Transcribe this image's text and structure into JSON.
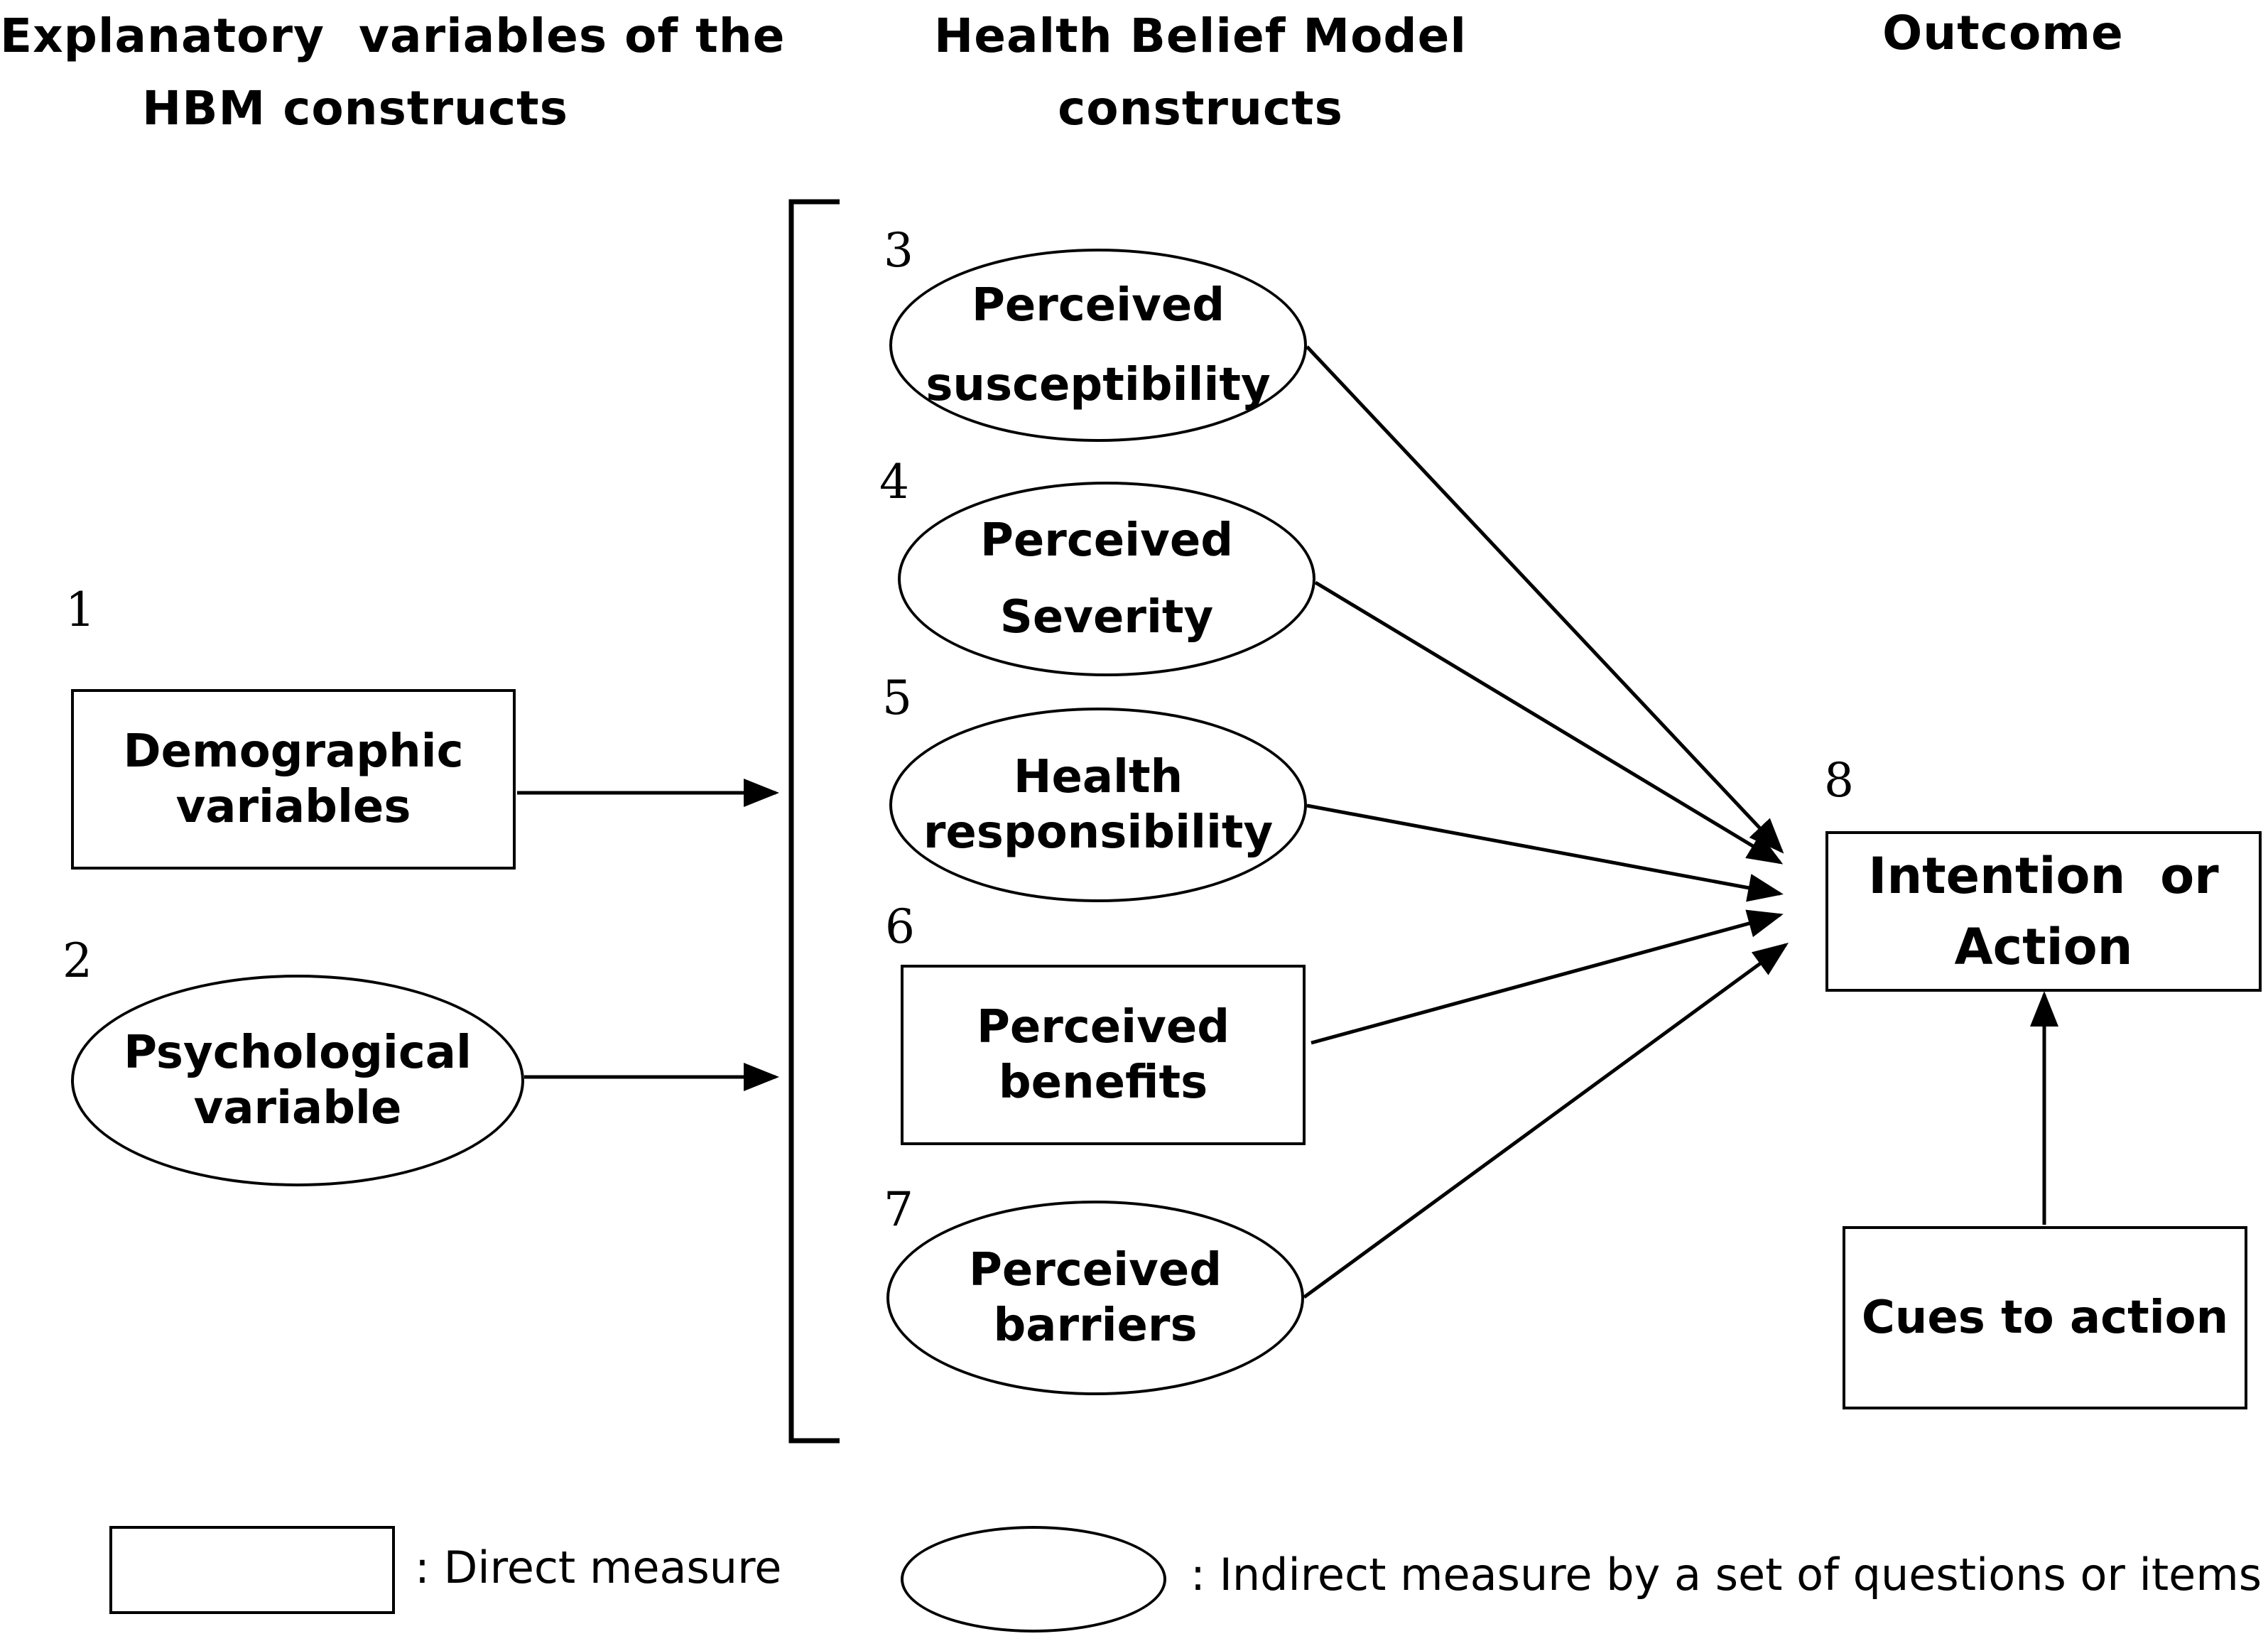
{
  "headers": {
    "explanatory": [
      "Explanatory  variables of the",
      "HBM constructs"
    ],
    "hbm": [
      "Health Belief Model",
      "constructs"
    ],
    "outcome": "Outcome"
  },
  "nodes": {
    "demographic": {
      "number": "1",
      "lines": [
        "Demographic",
        "variables"
      ],
      "shape": "rectangle"
    },
    "psychological": {
      "number": "2",
      "lines": [
        "Psychological",
        "variable"
      ],
      "shape": "ellipse"
    },
    "susceptibility": {
      "number": "3",
      "lines": [
        "Perceived",
        "susceptibility"
      ],
      "shape": "ellipse"
    },
    "severity": {
      "number": "4",
      "lines": [
        "Perceived",
        "Severity"
      ],
      "shape": "ellipse"
    },
    "responsibility": {
      "number": "5",
      "lines": [
        "Health",
        "responsibility"
      ],
      "shape": "ellipse"
    },
    "benefits": {
      "number": "6",
      "lines": [
        "Perceived",
        "benefits"
      ],
      "shape": "rectangle"
    },
    "barriers": {
      "number": "7",
      "lines": [
        "Perceived",
        "barriers"
      ],
      "shape": "ellipse"
    },
    "outcome": {
      "number": "8",
      "lines": [
        "Intention  or",
        "Action"
      ],
      "shape": "rectangle"
    },
    "cues": {
      "lines": [
        "Cues to action"
      ],
      "shape": "rectangle"
    }
  },
  "edges": [
    {
      "from": "demographic",
      "to": "hbm-constructs-bracket"
    },
    {
      "from": "psychological",
      "to": "hbm-constructs-bracket"
    },
    {
      "from": "susceptibility",
      "to": "outcome"
    },
    {
      "from": "severity",
      "to": "outcome"
    },
    {
      "from": "responsibility",
      "to": "outcome"
    },
    {
      "from": "benefits",
      "to": "outcome"
    },
    {
      "from": "barriers",
      "to": "outcome"
    },
    {
      "from": "cues",
      "to": "outcome"
    }
  ],
  "legend": {
    "direct": ": Direct measure",
    "indirect": ": Indirect measure by a set of questions or items"
  },
  "colors": {
    "stroke": "#000000",
    "background": "#ffffff"
  }
}
